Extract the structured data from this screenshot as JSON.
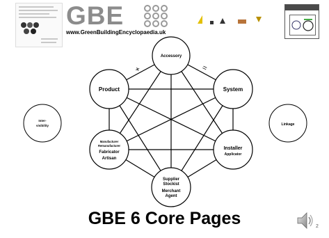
{
  "header": {
    "logo_text": "GBE",
    "url": "www.GreenBuildingEncyclopaedia.uk"
  },
  "diagram": {
    "nodes": {
      "accessory": [
        "Accessory"
      ],
      "product": [
        "Product"
      ],
      "system": [
        "System"
      ],
      "manufacturer": [
        "Manufacturer",
        "Remanufacturer",
        "Fabricator",
        "Artisan"
      ],
      "installer": [
        "Installer",
        "Applicator"
      ],
      "supplier": [
        "Supplier",
        "Stockist",
        "Merchant",
        "Agent"
      ],
      "intervisibility": [
        "Inter-",
        "visibility"
      ],
      "linkage": [
        "Linkage"
      ]
    },
    "symbols": {
      "plus": "+",
      "equals": "="
    }
  },
  "title": "GBE 6 Core Pages",
  "page_number": "2",
  "colors": {
    "logo_grey": "#8c8c8c",
    "accent_yellow": "#e3c000",
    "accent_brown": "#b8743a"
  },
  "icons": [
    "speaker-icon"
  ]
}
